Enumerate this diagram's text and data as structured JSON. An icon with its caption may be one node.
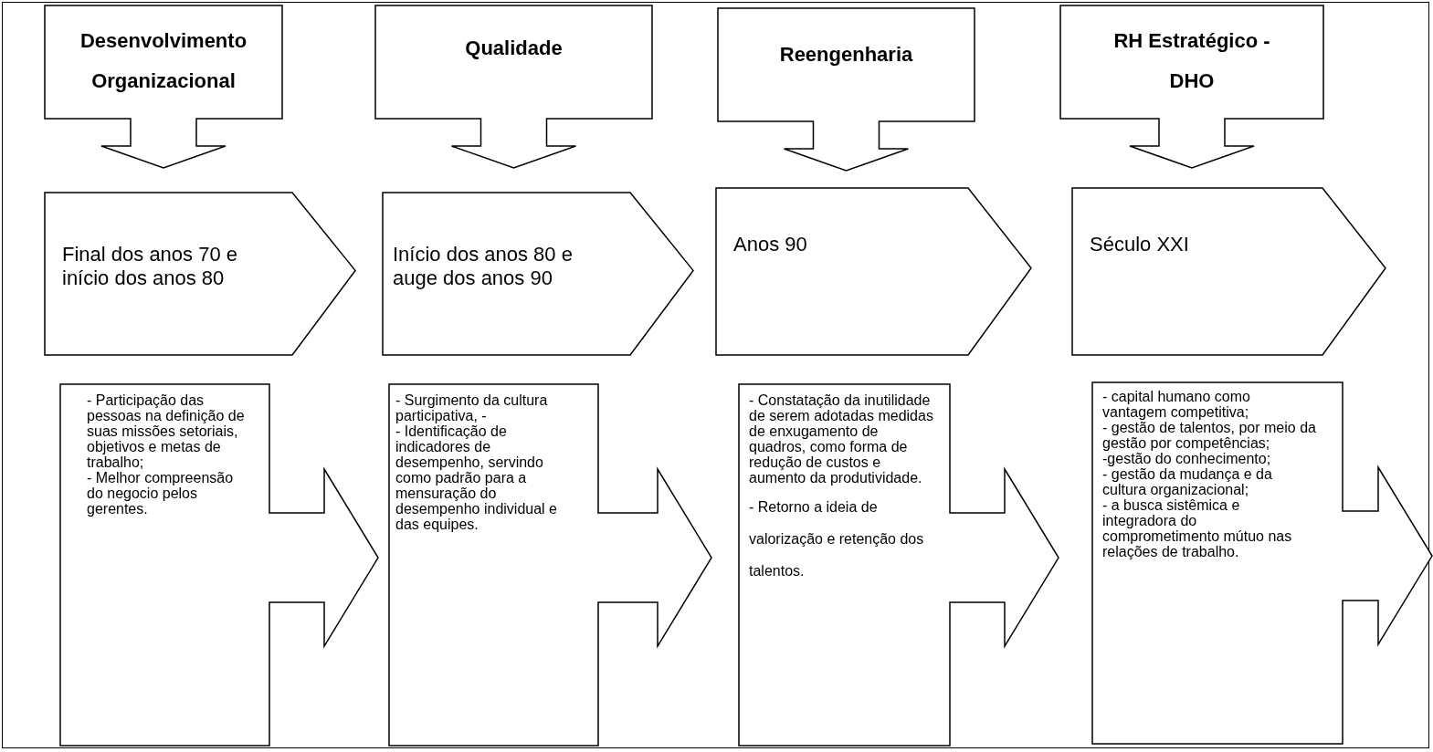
{
  "diagram": {
    "nodes": [
      {
        "text": [
          "Desenvolvimento Organizacional"
        ]
      },
      {
        "text": [
          "Qualidade"
        ]
      },
      {
        "text": [
          "Reengenharia"
        ]
      },
      {
        "text": [
          "RH Estratégico - DHO"
        ]
      },
      {
        "text": [
          "Final dos anos 70 e início dos anos 80"
        ]
      },
      {
        "text": [
          "Início dos anos 80 e auge dos anos 90"
        ]
      },
      {
        "text": [
          "Anos 90"
        ]
      },
      {
        "text": [
          "Século XXI"
        ]
      },
      {
        "text": [
          "- Participação das pessoas na definição de suas missões setoriais, objetivos e metas de trabalho;",
          "- Melhor compreensão do negocio pelos gerentes."
        ]
      },
      {
        "text": [
          "- Surgimento da cultura participativa, -",
          "- Identificação de indicadores de desempenho, servindo como padrão para a mensuração do desempenho individual e das equipes."
        ]
      },
      {
        "text": [
          "- Constatação da inutilidade de serem adotadas medidas de enxugamento de quadros, como forma de redução de custos e aumento da produtividade.",
          "- Retorno a ideia de valorização e retenção dos talentos."
        ]
      },
      {
        "text": [
          "- capital humano como vantagem competitiva;",
          "- gestão de talentos, por meio da gestão por competências;",
          "-gestão do conhecimento;",
          "- gestão da mudança e da cultura organizacional;",
          "- a busca sistêmica e integradora do comprometimento mútuo nas relações de trabalho."
        ]
      }
    ]
  }
}
